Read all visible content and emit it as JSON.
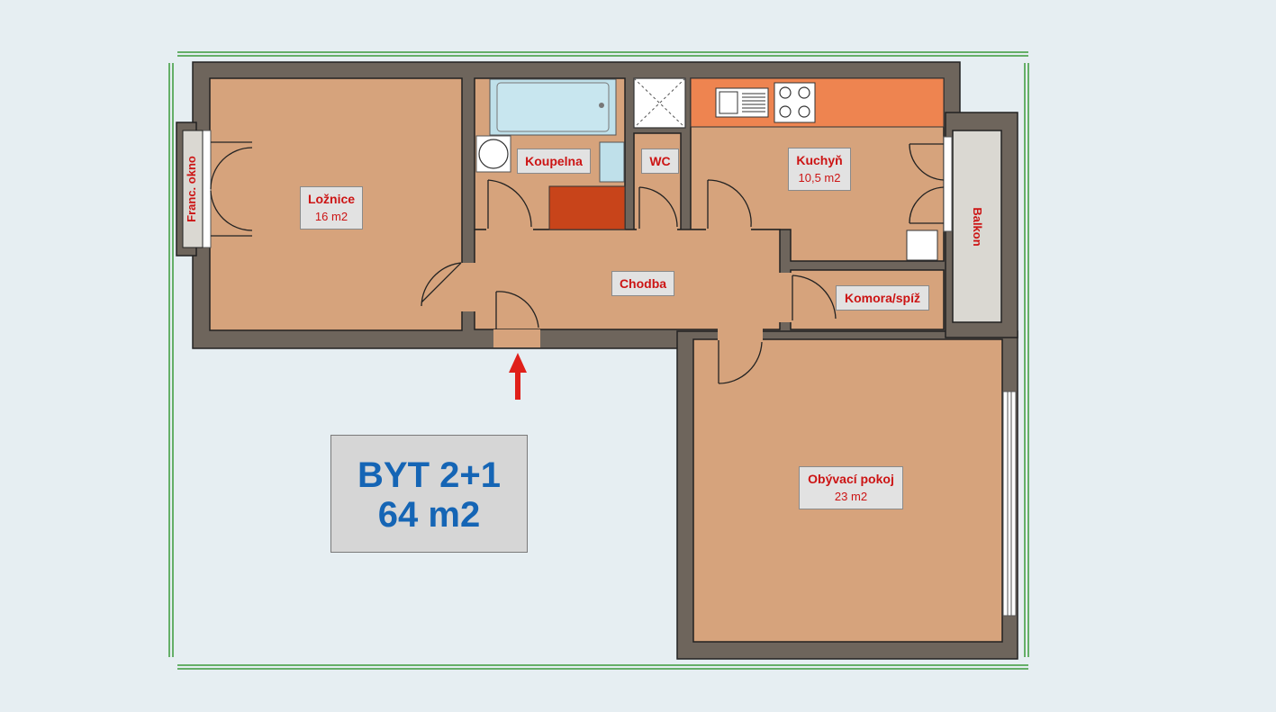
{
  "plan": {
    "summary": {
      "title": "BYT 2+1",
      "area": "64 m2",
      "title_color": "#1565b5"
    },
    "rooms": {
      "loznice": {
        "name": "Ložnice",
        "area": "16 m2"
      },
      "koupelna": {
        "name": "Koupelna"
      },
      "wc": {
        "name": "WC"
      },
      "kuchyn": {
        "name": "Kuchyň",
        "area": "10,5 m2"
      },
      "chodba": {
        "name": "Chodba"
      },
      "komora": {
        "name": "Komora/spíž"
      },
      "obyvaci": {
        "name": "Obývací pokoj",
        "area": "23 m2"
      },
      "balkon": {
        "name": "Balkon"
      },
      "franc_okno": {
        "name": "Franc. okno"
      }
    },
    "entrance": {
      "icon": "entrance-arrow-icon",
      "color": "#e0201a"
    },
    "colors": {
      "wall": "#6e655c",
      "floor": "#d6a37c",
      "label_text": "#cc1414",
      "kitchen_counter": "#ee8450",
      "bathroom_cabinet": "#c8441a",
      "balcony": "#dad8d2",
      "fixture": "#bfe0ea",
      "boundary": "#3a9a3a"
    }
  }
}
